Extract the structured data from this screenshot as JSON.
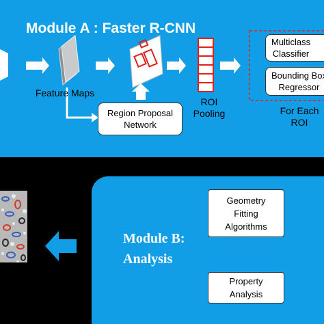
{
  "module_a": {
    "title": "Module A : Faster R-CNN",
    "feature_maps_label": "Feature Maps",
    "rpn_box": {
      "line1": "Region Proposal",
      "line2": "Network"
    },
    "roi_pooling": {
      "line1": "ROI",
      "line2": "Pooling"
    },
    "multiclass_box": {
      "line1": "Multiclass",
      "line2": "Classifier"
    },
    "bbox_box": {
      "line1": "Bounding Box",
      "line2": "Regressor"
    },
    "for_each_roi": {
      "line1": "For Each",
      "line2": "ROI"
    }
  },
  "module_b": {
    "title_line1": "Module B:",
    "title_line2": "Analysis",
    "geometry_box": {
      "line1": "Geometry",
      "line2": "Fitting",
      "line3": "Algorithms"
    },
    "property_box": {
      "line1": "Property",
      "line2": "Analysis"
    }
  },
  "colors": {
    "panel": "#129ee6",
    "background": "#000000",
    "proposal_red": "#e0201b",
    "arrow": "#ffffff",
    "return_arrow": "#129ee6"
  }
}
